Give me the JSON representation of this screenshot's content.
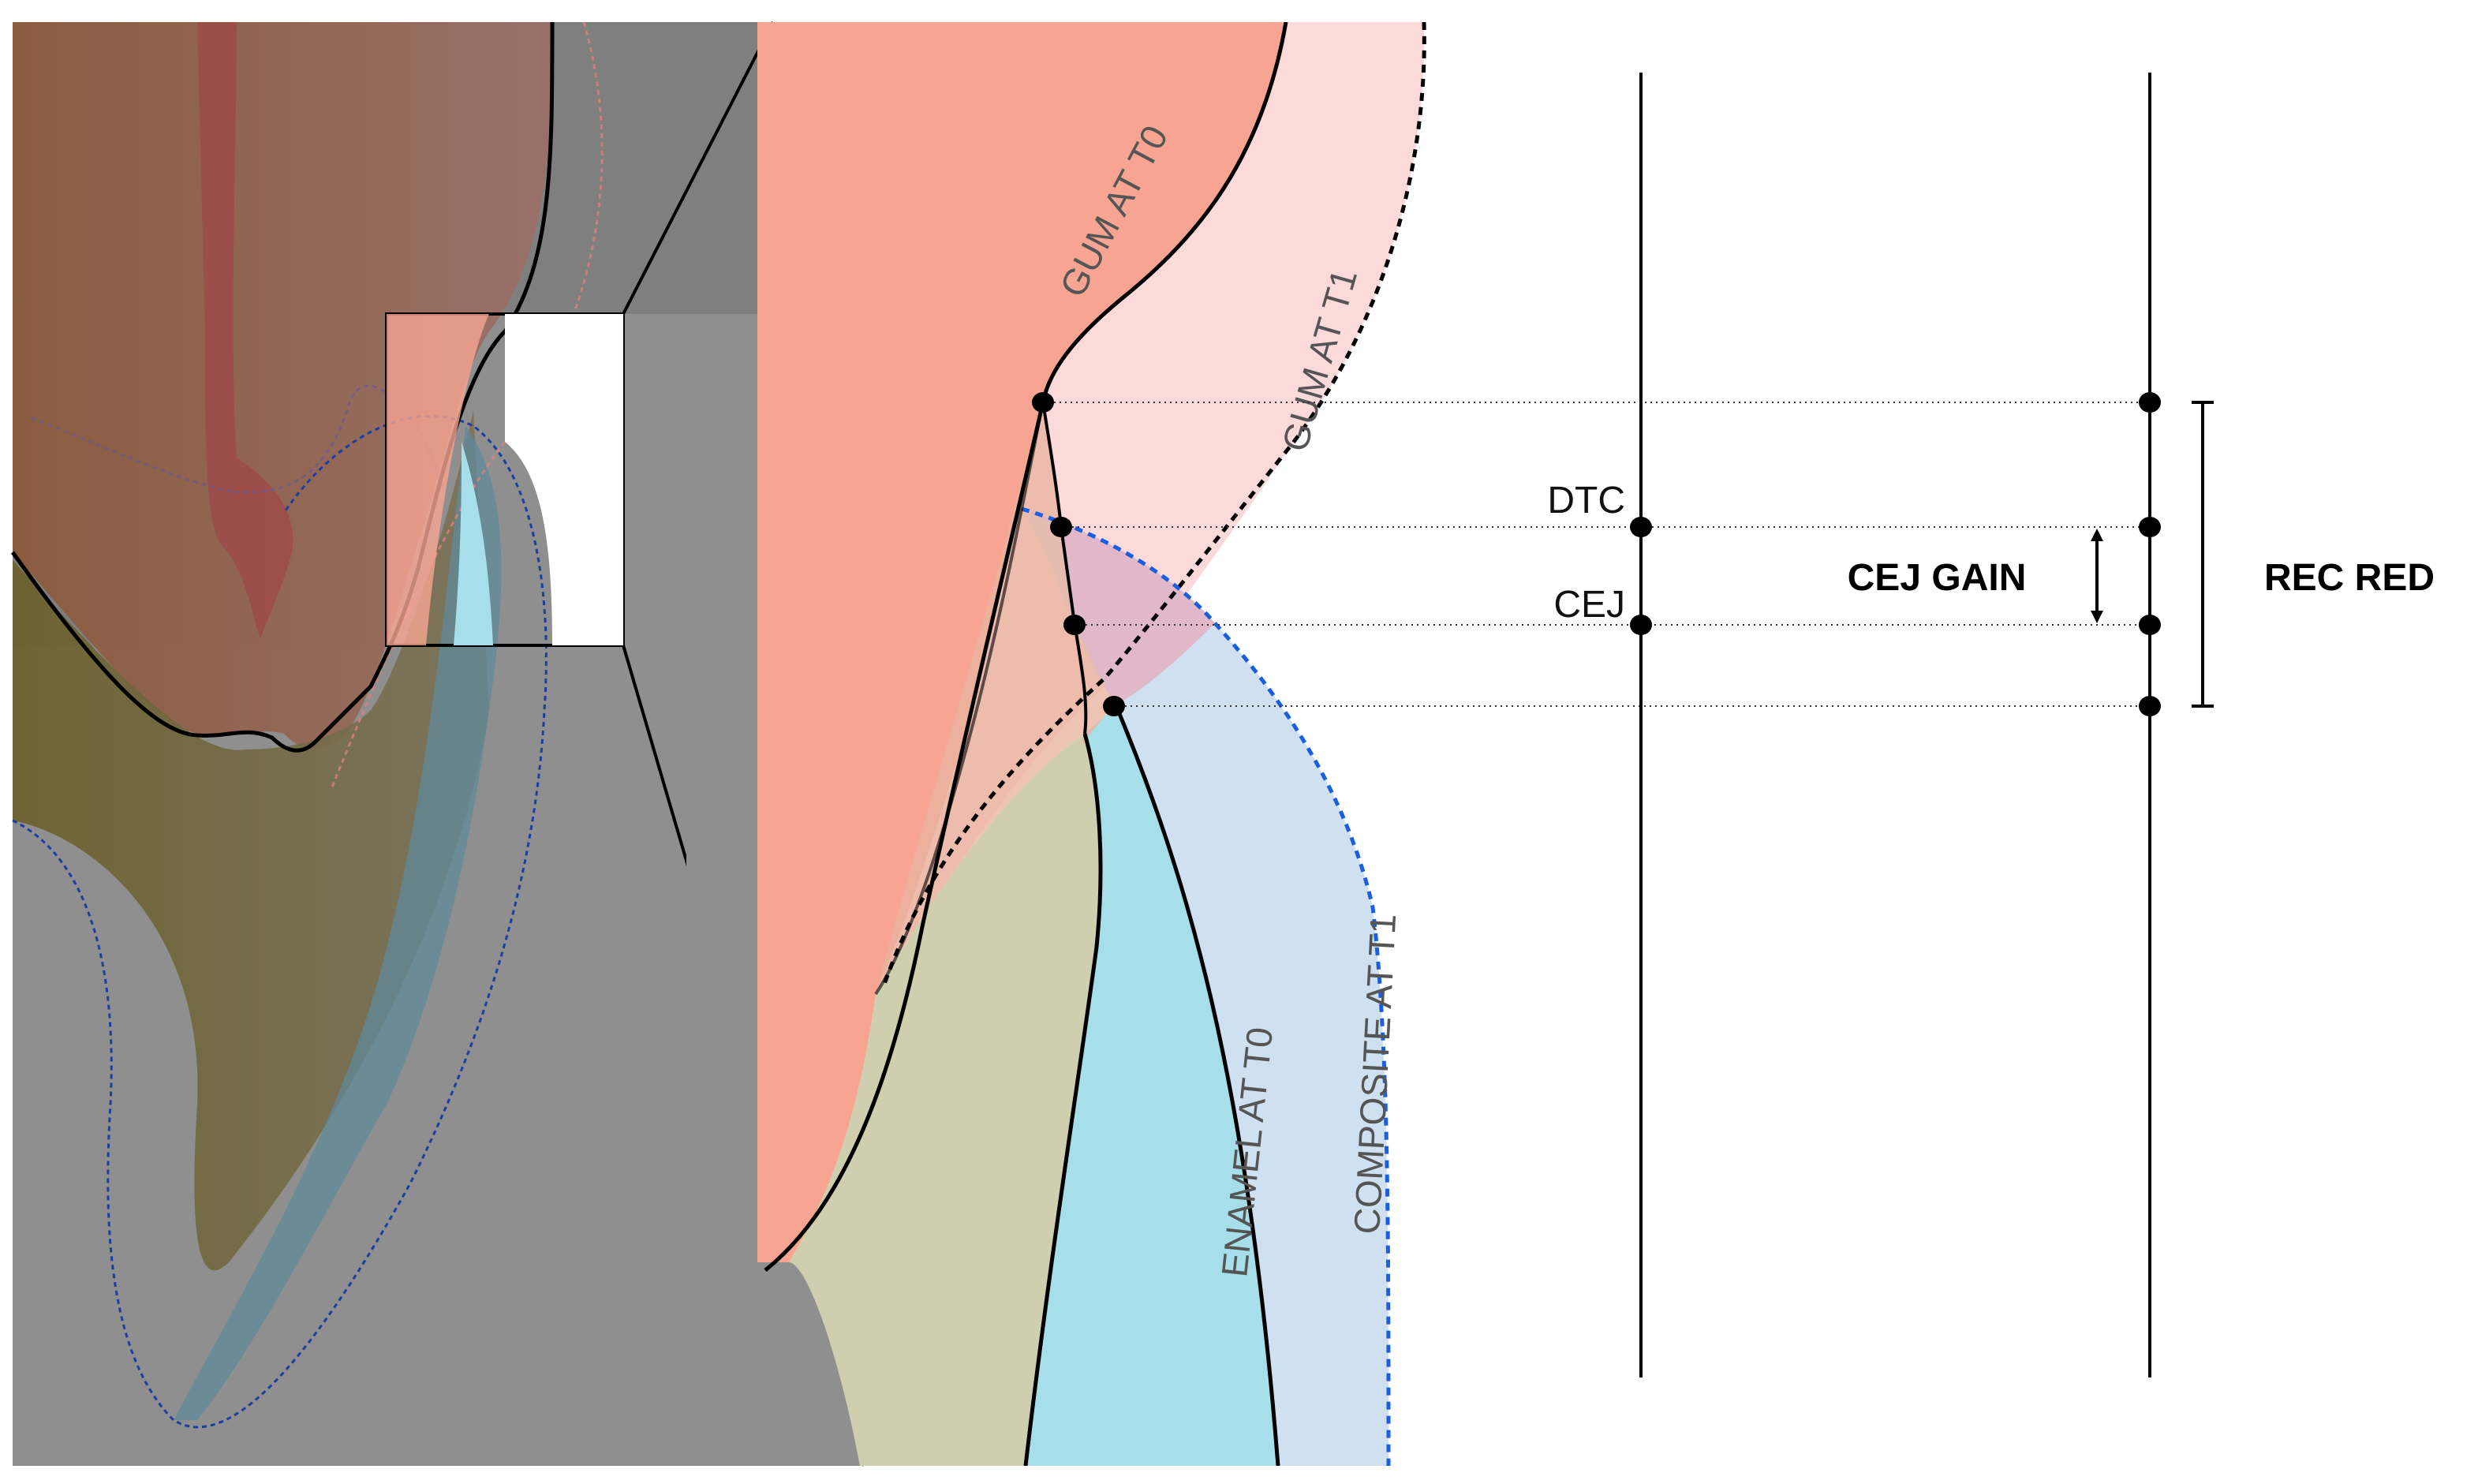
{
  "labels": {
    "gum_t0": "GUM AT T0",
    "gum_t1": "GUM AT T1",
    "enamel_t0": "ENAMEL AT T0",
    "composite_t1": "COMPOSITE AT T1",
    "dtc": "DTC",
    "cej": "CEJ",
    "cej_gain": "CEJ GAIN",
    "rec_red": "REC RED"
  },
  "colors": {
    "gum_t0": "#f7a592",
    "gum_t1": "#fddada",
    "enamel": "#a6dfe9",
    "composite": "#cfe1f0",
    "bone": "#cfcfb0",
    "tooth_outline": "#000000",
    "dashed_blue": "#1a5fe0",
    "gray_overlay": "#8c8c8c"
  }
}
